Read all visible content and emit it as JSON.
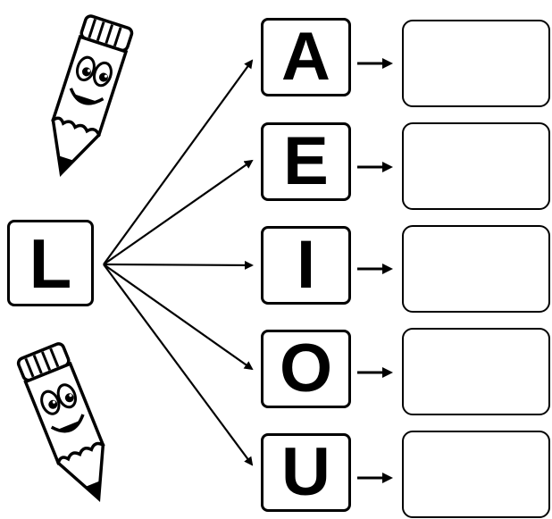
{
  "source_letter": "L",
  "vowels": [
    {
      "letter": "A",
      "answer": ""
    },
    {
      "letter": "E",
      "answer": ""
    },
    {
      "letter": "I",
      "answer": ""
    },
    {
      "letter": "O",
      "answer": ""
    },
    {
      "letter": "U",
      "answer": ""
    }
  ],
  "colors": {
    "ink": "#000000",
    "paper": "#ffffff"
  },
  "icons": {
    "top_pencil": "cartoon-pencil-icon",
    "bottom_pencil": "cartoon-pencil-icon",
    "arrows": "arrow-right-icon"
  }
}
